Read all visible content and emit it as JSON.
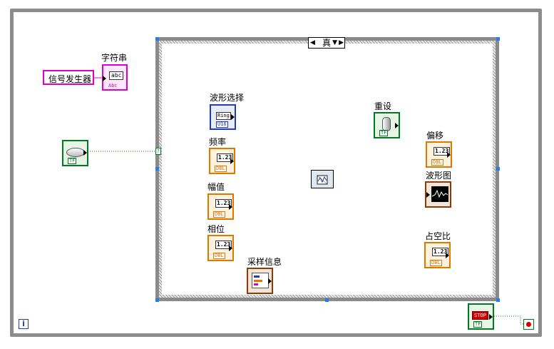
{
  "diagram": {
    "string_const": "信号发生器",
    "string_indicator_label": "字符串",
    "string_indicator_icon": "abc",
    "string_indicator_sub": "Abc",
    "case_selector_value": "真",
    "labels": {
      "waveform_select": "波形选择",
      "frequency": "频率",
      "amplitude": "幅值",
      "phase": "相位",
      "sample_info": "采样信息",
      "reset": "重设",
      "offset": "偏移",
      "waveform_graph": "波形图",
      "duty_cycle": "占空比"
    },
    "ring_text": "Ring",
    "ring_sub": "U16",
    "num_text": "1.23",
    "dbl_text": "DBL",
    "tf_text": "TF",
    "stop_text": "STOP",
    "info_glyph": "i",
    "tunnel_glyph": "?"
  },
  "colors": {
    "background": "#ffffff",
    "outer_frame": "#8c8c8c",
    "orange_wire": "#e07800",
    "blue_wire": "#1f3fb0",
    "green_wire": "#007a1e",
    "cluster_wire": "#8b3a0a",
    "string_pink": "#e000c8"
  }
}
